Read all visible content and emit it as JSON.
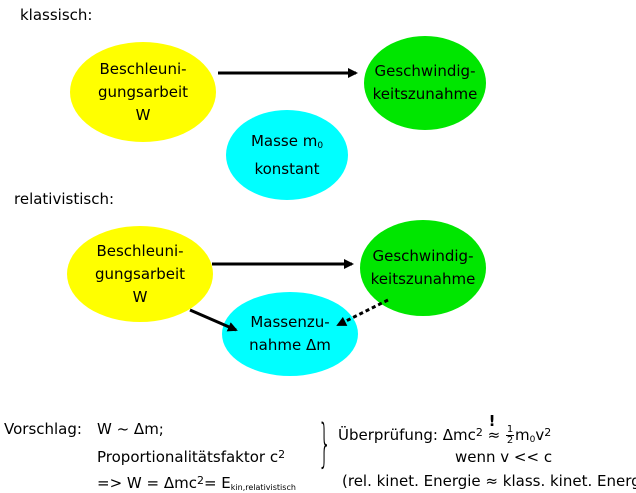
{
  "labels": {
    "classic": "klassisch:",
    "relativistic": "relativistisch:"
  },
  "colors": {
    "yellow": "#ffff00",
    "green": "#00e600",
    "cyan": "#00ffff",
    "arrow": "#000000"
  },
  "classic": {
    "work": [
      "Beschleuni-",
      "gungsarbeit",
      "W"
    ],
    "speed": [
      "Geschwindig-",
      "keitszunahme"
    ],
    "mass": [
      "Masse m",
      "0",
      "konstant"
    ]
  },
  "relativistic": {
    "work": [
      "Beschleuni-",
      "gungsarbeit",
      "W"
    ],
    "speed": [
      "Geschwindig-",
      "keitszunahme"
    ],
    "mass": [
      "Massenzu-",
      "nahme Δm"
    ]
  },
  "bottom": {
    "vorschlag": "Vorschlag:",
    "line1": "W ~ Δm;",
    "line2_a": "Proportionalitätsfaktor c",
    "line2_sup": "2",
    "line3_a": "=> W = Δmc",
    "line3_sup": "2",
    "line3_b": "= E",
    "line3_sub": "kin,relativistisch",
    "check_a": "Überprüfung: Δmc",
    "check_sup": "2",
    "check_bang": "!",
    "check_approx": "≈",
    "frac_num": "1",
    "frac_den": "2",
    "check_b": "m",
    "check_sub": "0",
    "check_c": "v",
    "check_sup2": "2",
    "condition": "wenn v << c",
    "note": "(rel. kinet. Energie ≈ klass. kinet. Energie)",
    "brace": "}"
  }
}
